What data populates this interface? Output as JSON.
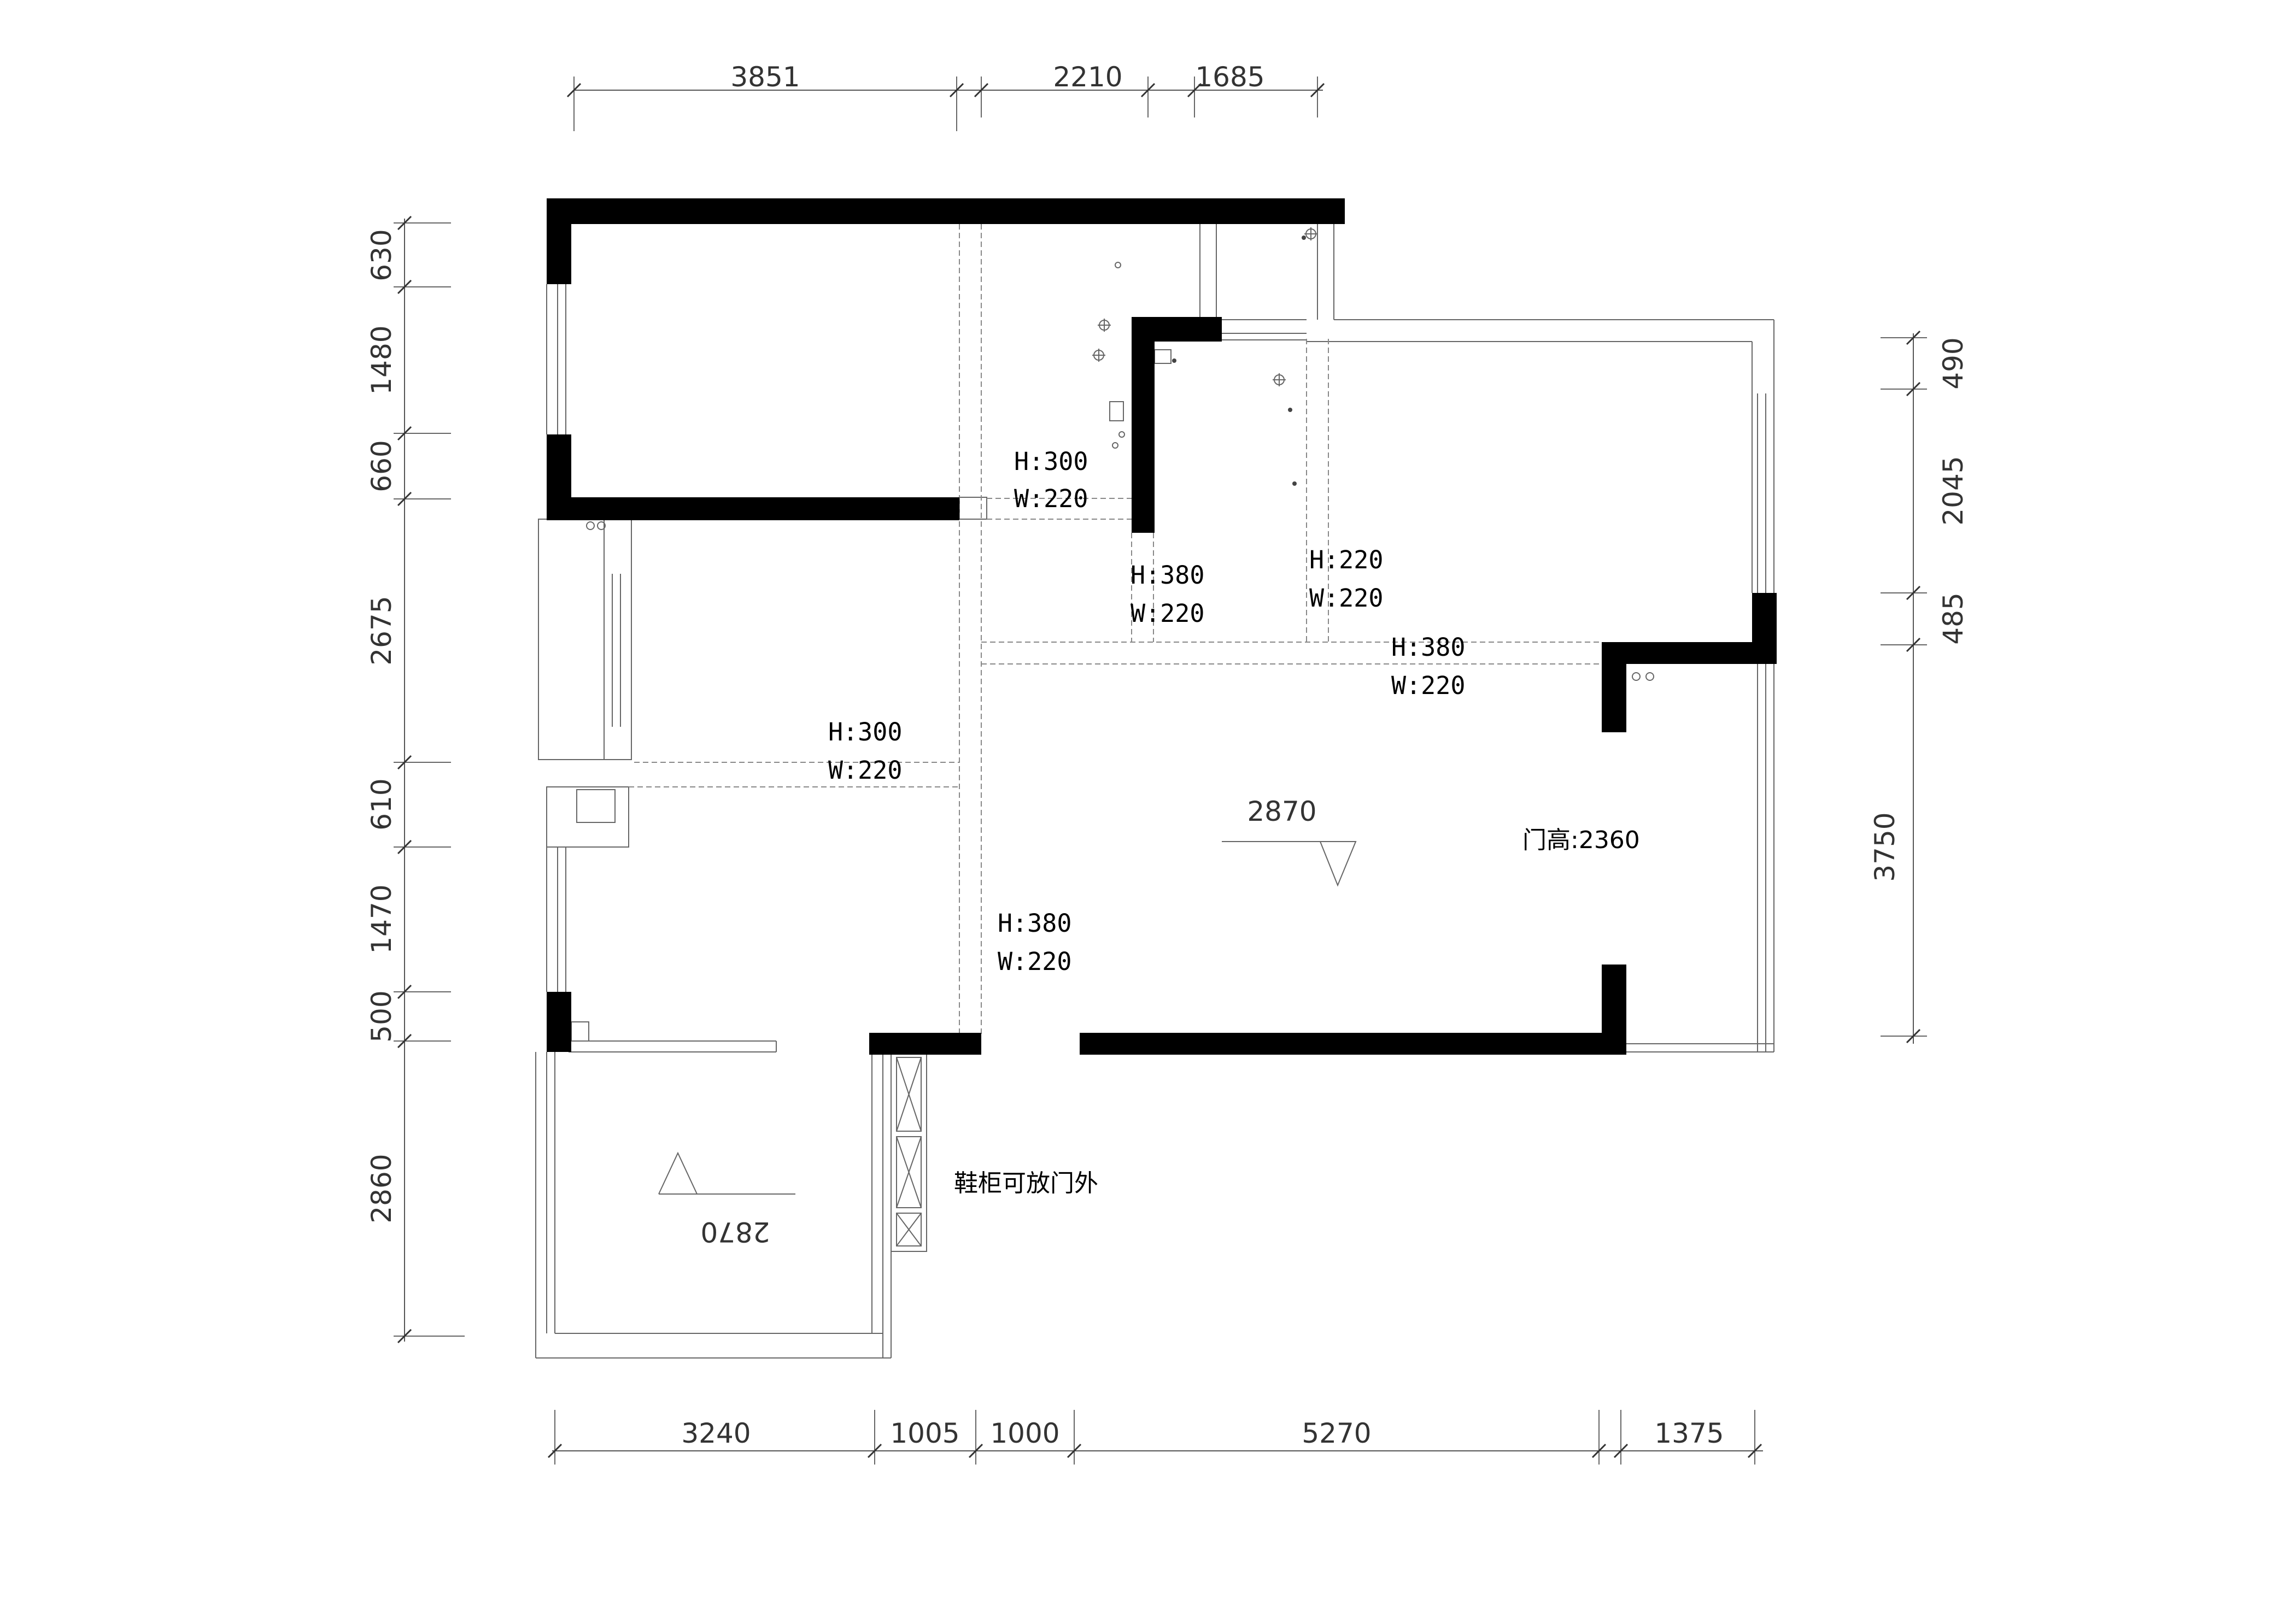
{
  "dimensions": {
    "top": [
      "3851",
      "2210",
      "1685"
    ],
    "bottom": [
      "3240",
      "1005",
      "1000",
      "5270",
      "1375"
    ],
    "left": [
      "630",
      "1480",
      "660",
      "2675",
      "610",
      "1470",
      "500",
      "2860"
    ],
    "right": [
      "490",
      "2045",
      "485",
      "3750"
    ]
  },
  "openings": {
    "o1": {
      "h": "H:300",
      "w": "W:220"
    },
    "o2": {
      "h": "H:380",
      "w": "W:220"
    },
    "o3": {
      "h": "H:220",
      "w": "W:220"
    },
    "o4": {
      "h": "H:380",
      "w": "W:220"
    },
    "o5": {
      "h": "H:300",
      "w": "W:220"
    },
    "o6": {
      "h": "H:380",
      "w": "W:220"
    }
  },
  "ceiling": {
    "living": "2870",
    "balcony": "2870"
  },
  "notes": {
    "door_height": "门高:2360",
    "shoe_cabinet": "鞋柜可放门外"
  }
}
